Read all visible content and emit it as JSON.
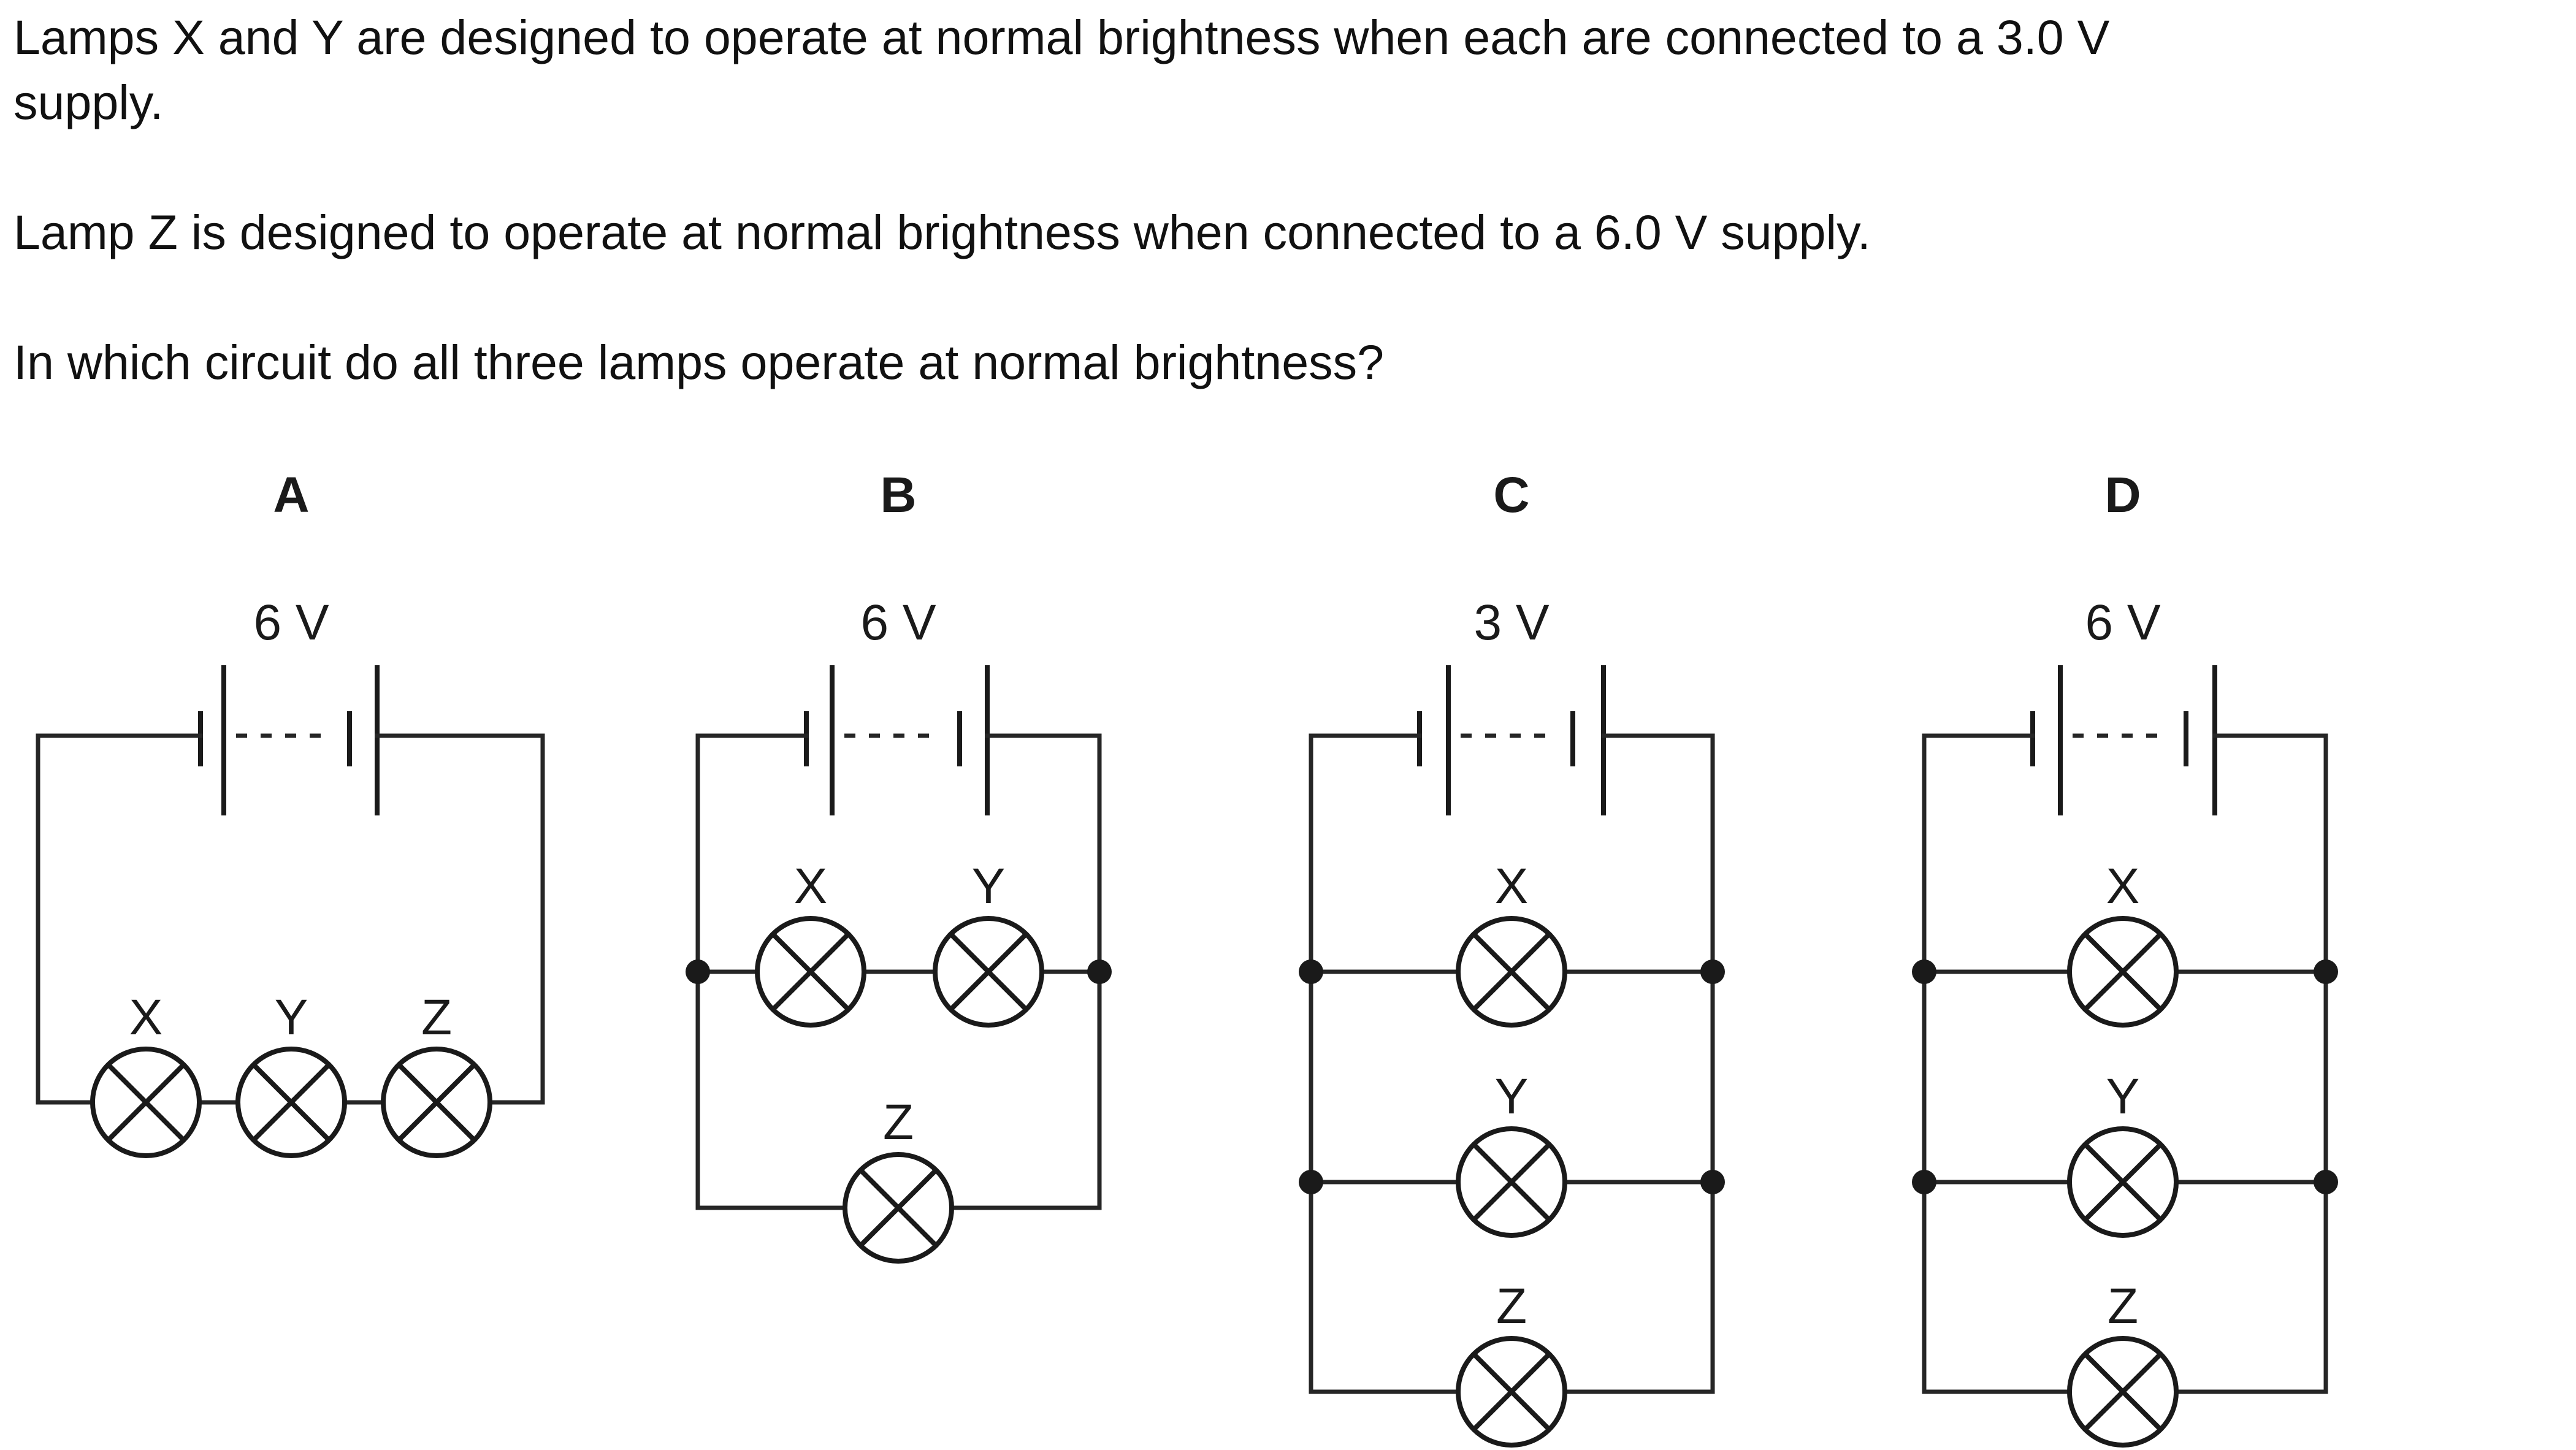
{
  "question": {
    "line1": "Lamps X and Y are designed to operate at normal brightness when each are connected to a 3.0 V",
    "line2": "supply.",
    "line3": "Lamp Z is designed to operate at normal brightness when connected to a 6.0 V supply.",
    "line4": "In which circuit do all three lamps operate at normal brightness?"
  },
  "circuits": [
    {
      "option": "A",
      "voltage": "6 V",
      "lamps": [
        "X",
        "Y",
        "Z"
      ],
      "arrangement": "series"
    },
    {
      "option": "B",
      "voltage": "6 V",
      "lamps": [
        "X",
        "Y",
        "Z"
      ],
      "arrangement": "X and Y in series, parallel with Z"
    },
    {
      "option": "C",
      "voltage": "3 V",
      "lamps": [
        "X",
        "Y",
        "Z"
      ],
      "arrangement": "parallel"
    },
    {
      "option": "D",
      "voltage": "6 V",
      "lamps": [
        "X",
        "Y",
        "Z"
      ],
      "arrangement": "parallel"
    }
  ]
}
